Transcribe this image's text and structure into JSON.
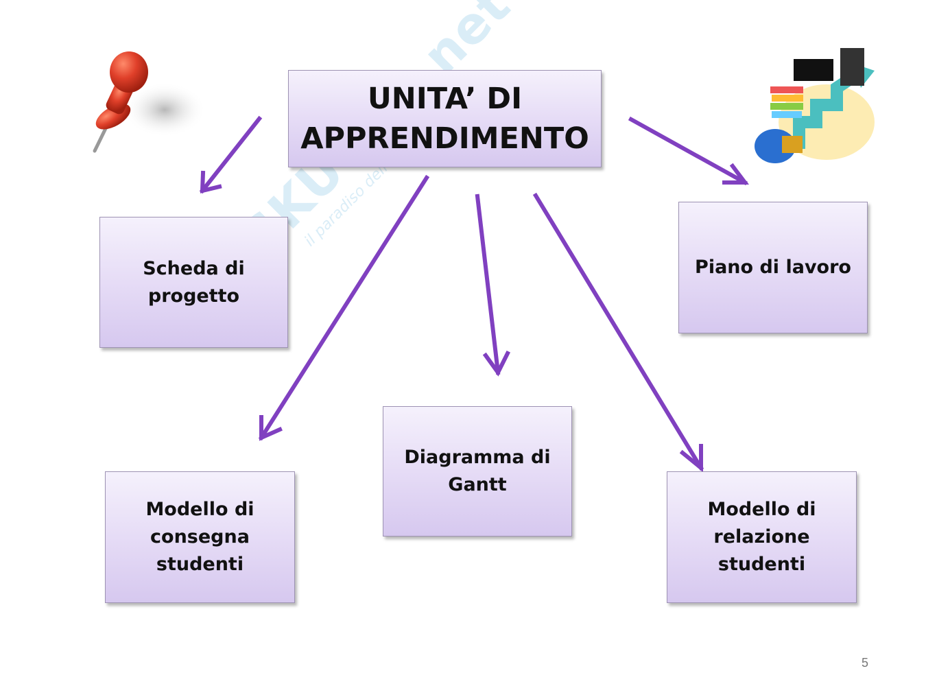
{
  "slide": {
    "title": "UNITA’ DI\nAPPRENDIMENTO",
    "boxes": {
      "scheda": "Scheda di\nprogetto",
      "piano": "Piano di lavoro",
      "consegna": "Modello di\nconsegna\nstudenti",
      "gantt": "Diagramma di\nGantt",
      "relazione": "Modello di\nrelazione\nstudenti"
    },
    "page_number": "5",
    "watermark": {
      "main": "SKUOLA.net",
      "sub": "il paradiso dello studente"
    },
    "colors": {
      "arrow": "#8040c0",
      "box_top": "#f5f1fc",
      "box_bottom": "#d6c8ef",
      "pin": "#e0402a"
    }
  }
}
